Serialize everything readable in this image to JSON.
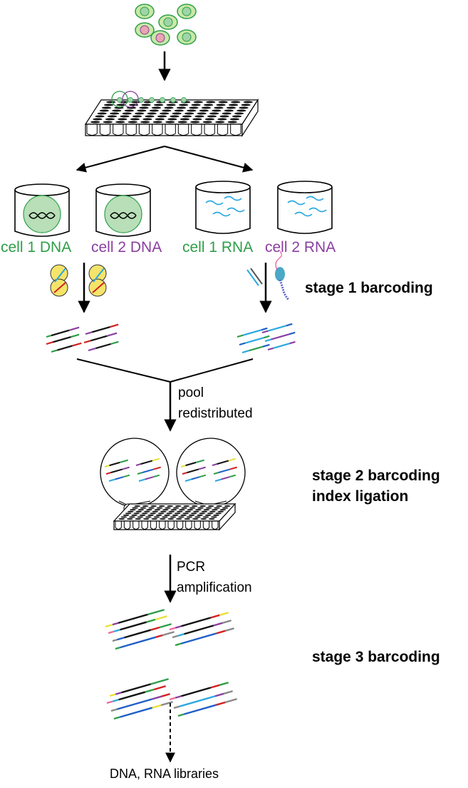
{
  "colors": {
    "cell1": "#2e9e48",
    "cell2": "#8a3fa0",
    "nucleus": "#b8dfb8",
    "rna": "#2aa8e0",
    "line": "#000000"
  },
  "samples": [
    {
      "label": "cell 1 DNA",
      "cell": "cell1"
    },
    {
      "label": "cell 2 DNA",
      "cell": "cell2"
    },
    {
      "label": "cell 1 RNA",
      "cell": "cell1"
    },
    {
      "label": "cell 2 RNA",
      "cell": "cell2"
    }
  ],
  "stages": {
    "stage1": "stage 1 barcoding",
    "stage2_line1": "stage 2 barcoding",
    "stage2_line2": "index ligation",
    "stage3": "stage 3 barcoding"
  },
  "steps": {
    "pool_line1": "pool",
    "pool_line2": "redistributed",
    "pcr_line1": "PCR",
    "pcr_line2": "amplification"
  },
  "output": "DNA, RNA libraries",
  "icons": [
    "cells-icon",
    "well-plate-icon",
    "tube-icon",
    "dna-helix-icon",
    "rna-strand-icon",
    "transposase-icon",
    "reverse-transcriptase-icon",
    "magnifier-circle-icon",
    "arrow-icon",
    "dashed-arrow-icon"
  ]
}
